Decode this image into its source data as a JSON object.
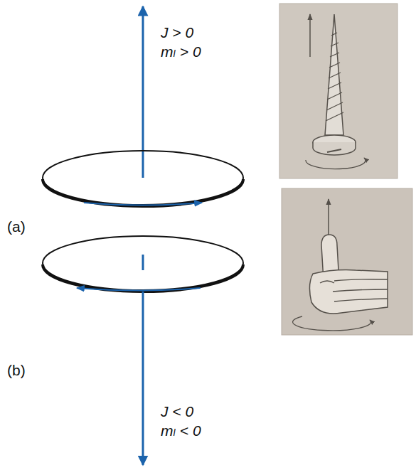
{
  "diagram": {
    "labels": [
      "J > 0",
      "mₗ > 0",
      "(a)",
      "(b)",
      "J < 0",
      "mₗ < 0"
    ]
  }
}
